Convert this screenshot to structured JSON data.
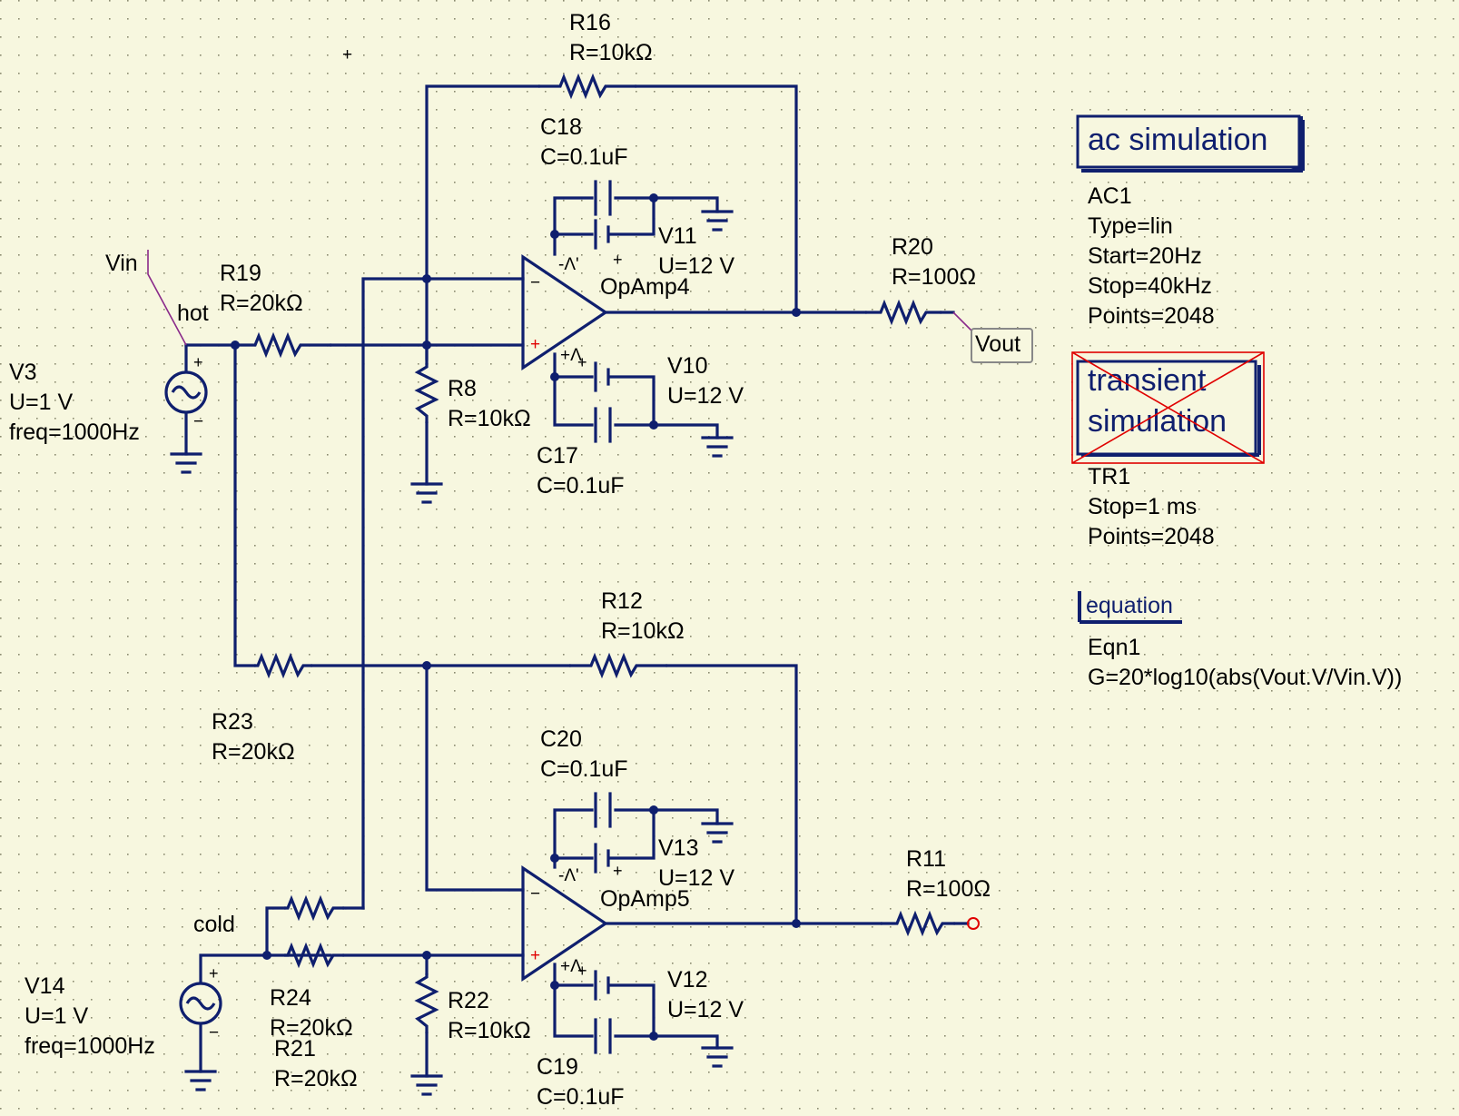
{
  "colors": {
    "background": "#f7f7df",
    "wire": "#0f1f6e",
    "polarity": "#e00000",
    "label_wire": "#8a2a8a",
    "disabled": "#e00000"
  },
  "components": {
    "R16": {
      "name": "R16",
      "value": "R=10kΩ"
    },
    "C18": {
      "name": "C18",
      "value": "C=0.1uF"
    },
    "V11": {
      "name": "V11",
      "value": "U=12 V"
    },
    "OpAmp4": {
      "name": "OpAmp4"
    },
    "R19": {
      "name": "R19",
      "value": "R=20kΩ"
    },
    "R8": {
      "name": "R8",
      "value": "R=10kΩ"
    },
    "V10": {
      "name": "V10",
      "value": "U=12 V"
    },
    "C17": {
      "name": "C17",
      "value": "C=0.1uF"
    },
    "R20": {
      "name": "R20",
      "value": "R=100Ω"
    },
    "V3": {
      "name": "V3",
      "value": "U=1 V",
      "freq": "freq=1000Hz"
    },
    "R12": {
      "name": "R12",
      "value": "R=10kΩ"
    },
    "R23": {
      "name": "R23",
      "value": "R=20kΩ"
    },
    "C20": {
      "name": "C20",
      "value": "C=0.1uF"
    },
    "V13": {
      "name": "V13",
      "value": "U=12 V"
    },
    "OpAmp5": {
      "name": "OpAmp5"
    },
    "R11": {
      "name": "R11",
      "value": "R=100Ω"
    },
    "R24": {
      "name": "R24",
      "value": "R=20kΩ"
    },
    "R21": {
      "name": "R21",
      "value": "R=20kΩ"
    },
    "R22": {
      "name": "R22",
      "value": "R=10kΩ"
    },
    "V12": {
      "name": "V12",
      "value": "U=12 V"
    },
    "C19": {
      "name": "C19",
      "value": "C=0.1uF"
    },
    "V14": {
      "name": "V14",
      "value": "U=1 V",
      "freq": "freq=1000Hz"
    }
  },
  "nets": {
    "vin": "Vin",
    "hot": "hot",
    "vout": "Vout",
    "cold": "cold"
  },
  "simulations": {
    "ac": {
      "title": "ac simulation",
      "id": "AC1",
      "type": "Type=lin",
      "start": "Start=20Hz",
      "stop": "Stop=40kHz",
      "points": "Points=2048"
    },
    "transient": {
      "title_line1": "transient",
      "title_line2": "simulation",
      "id": "TR1",
      "stop": "Stop=1 ms",
      "points": "Points=2048",
      "disabled": true
    },
    "equation": {
      "title": "equation",
      "id": "Eqn1",
      "expr": "G=20*log10(abs(Vout.V/Vin.V))"
    }
  },
  "symbols": {
    "plus": "+",
    "minus": "−",
    "opamp_minus_pin": "-Λ'",
    "opamp_plus_pin": "+Λ",
    "cursor": "+"
  }
}
